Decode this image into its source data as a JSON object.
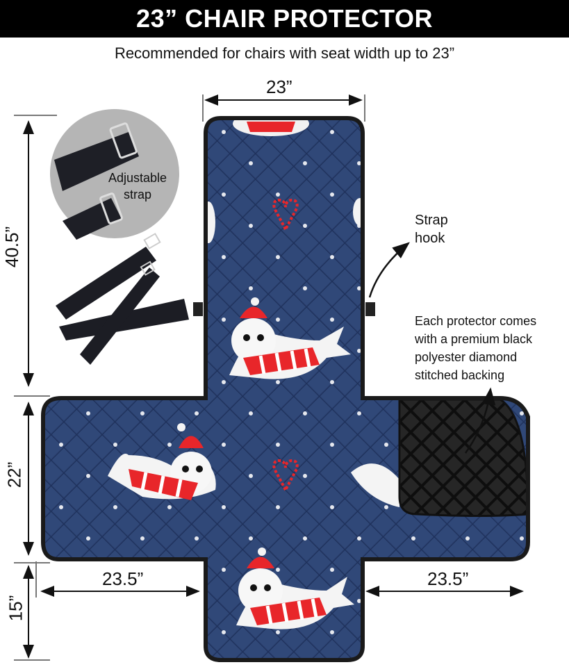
{
  "header": {
    "title": "23” CHAIR PROTECTOR",
    "subtitle": "Recommended for chairs with seat width up to 23”"
  },
  "dimensions": {
    "top_width": "23”",
    "back_height": "40.5”",
    "seat_depth": "22”",
    "front_drop": "15”",
    "left_arm": "23.5”",
    "right_arm": "23.5”"
  },
  "callouts": {
    "adjustable_strap_line1": "Adjustable",
    "adjustable_strap_line2": "strap",
    "strap_hook_line1": "Strap",
    "strap_hook_line2": "hook",
    "backing_lines": [
      "Each protector comes",
      "with a premium black",
      "polyester diamond",
      "stitched backing"
    ]
  },
  "colors": {
    "fabric_navy": "#2a3f6e",
    "fabric_dark": "#1f3260",
    "trim_black": "#1a1a1a",
    "accent_red": "#e8262a",
    "snow_dot": "#e6e8ee",
    "backing_black": "#151515",
    "circle_gray": "#b5b5b5"
  }
}
